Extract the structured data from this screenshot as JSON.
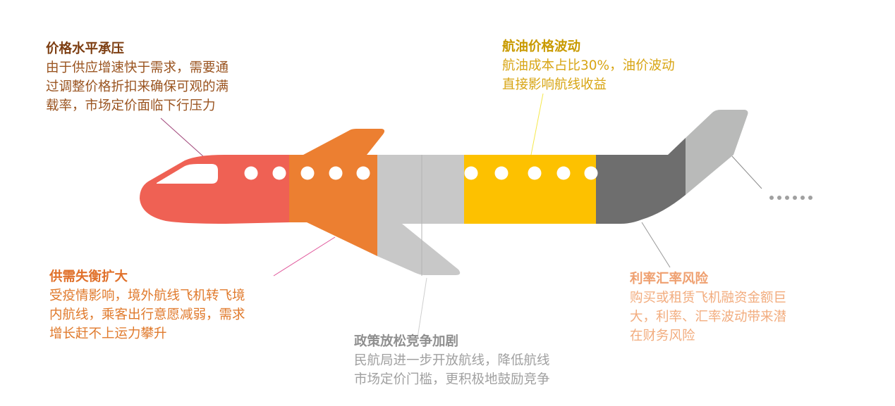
{
  "colors": {
    "nose": "#ef6154",
    "front": "#ec7f31",
    "mid": "#c8c8c8",
    "fuel": "#fdc100",
    "rear": "#6e6e6e",
    "tail": "#b9bab9"
  },
  "blocks": [
    {
      "title": "价格水平承压",
      "lines": [
        "由于供应增速快于需求，需要通",
        "过调整价格折扣来确保可观的满",
        "载率，市场定价面临下行压力"
      ]
    },
    {
      "title": "供需失衡扩大",
      "lines": [
        "受疫情影响，境外航线飞机转飞境",
        "内航线，乘客出行意愿减弱，需求",
        "增长赶不上运力攀升"
      ]
    },
    {
      "title": "政策放松竞争加剧",
      "lines": [
        "民航局进一步开放航线，降低航线",
        "市场定价门槛，更积极地鼓励竞争"
      ]
    },
    {
      "title": "航油价格波动",
      "lines": [
        "航油成本占比30%，油价波动",
        "直接影响航线收益"
      ]
    },
    {
      "title": "利率汇率风险",
      "lines": [
        "购买或租赁飞机融资金额巨",
        "大，利率、汇率波动带来潜",
        "在财务风险"
      ]
    }
  ],
  "more": "......"
}
